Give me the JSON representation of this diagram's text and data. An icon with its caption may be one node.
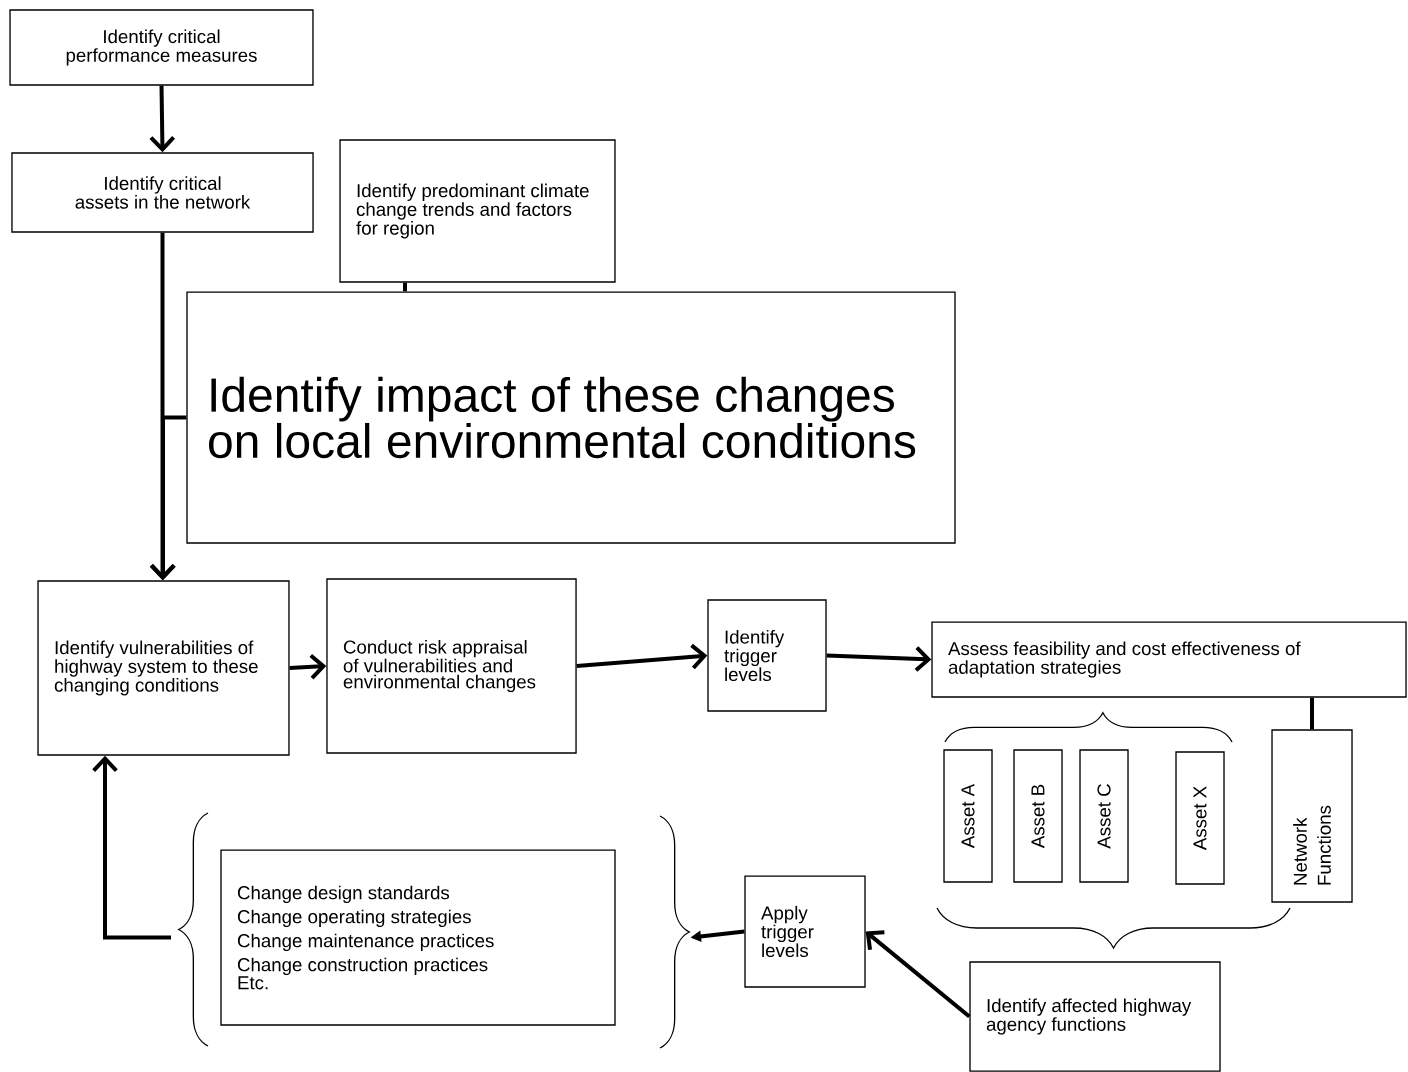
{
  "diagram": {
    "nodes": [
      {
        "text": [
          "Identify critical performance measures"
        ]
      },
      {
        "text": [
          "Identify critical assets in the network"
        ]
      },
      {
        "text": [
          "Identify predominant climate change trends and factors for region"
        ]
      },
      {
        "text": [
          "Identify impact of these changes on local environmental conditions"
        ]
      },
      {
        "text": [
          "Identify vulnerabilities of highway system to these changing conditions"
        ]
      },
      {
        "text": [
          "Conduct risk appraisal of vulnerabilities and environmental changes"
        ]
      },
      {
        "text": [
          "Identify trigger levels"
        ]
      },
      {
        "text": [
          "Assess feasibility and cost effectiveness of adaptation strategies"
        ]
      },
      {
        "text": [
          "Asset A"
        ]
      },
      {
        "text": [
          "Asset B"
        ]
      },
      {
        "text": [
          "Asset C"
        ]
      },
      {
        "text": [
          "Asset X"
        ]
      },
      {
        "text": [
          "Network Functions"
        ]
      },
      {
        "text": [
          "Identify affected highway agency functions"
        ]
      },
      {
        "text": [
          "Apply trigger levels"
        ]
      },
      {
        "text": [
          "Change design standards",
          "Change operating strategies",
          "Change maintenance practices",
          "Change construction practices",
          "Etc."
        ]
      }
    ],
    "edges": [
      {
        "from": 0,
        "to": 1,
        "arrow": "to"
      },
      {
        "from": 1,
        "to": 4,
        "arrow": "to"
      },
      {
        "from": 2,
        "to": 3,
        "arrow": "none"
      },
      {
        "from": 3,
        "to": 4,
        "arrow": "to"
      },
      {
        "from": 4,
        "to": 5,
        "arrow": "to"
      },
      {
        "from": 5,
        "to": 6,
        "arrow": "to"
      },
      {
        "from": 6,
        "to": 7,
        "arrow": "to"
      },
      {
        "from": 7,
        "to": 12,
        "arrow": "none"
      },
      {
        "from": 13,
        "to": 14,
        "arrow": "to"
      },
      {
        "from": 14,
        "to": 15,
        "arrow": "to"
      },
      {
        "from": 15,
        "to": 4,
        "arrow": "to"
      }
    ]
  }
}
